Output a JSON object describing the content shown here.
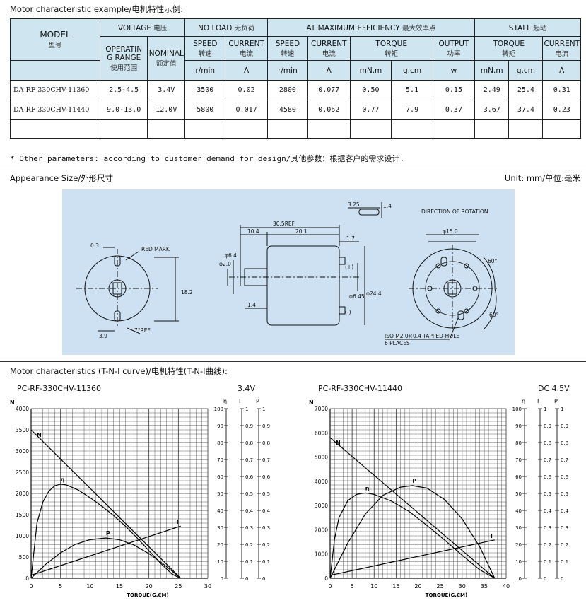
{
  "header": {
    "title": "Motor characteristic example/电机特性示例:"
  },
  "table": {
    "model_label": "MODEL",
    "model_sub": "型号",
    "voltage_label": "VOLTAGE",
    "voltage_sub": "电压",
    "noload_label": "NO LOAD",
    "noload_sub": "无负荷",
    "maxeff_label": "AT MAXIMUM EFFICIENCY",
    "maxeff_sub": "最大效率点",
    "stall_label": "STALL",
    "stall_sub": "起动",
    "op_range_1": "OPERATIN",
    "op_range_2": "G RANGE",
    "op_range_sub": "使用范围",
    "nominal_label": "NOMINAL",
    "nominal_sub": "额定值",
    "speed_label": "SPEED",
    "speed_sub": "转速",
    "current_label": "CURRENT",
    "current_sub": "电流",
    "current_sub2": "电流",
    "torque_label": "TORQUE",
    "torque_sub": "转矩",
    "output_label": "OUTPUT",
    "output_sub": "功率",
    "current_sub3": "电流",
    "units": [
      "r/min",
      "A",
      "r/min",
      "A",
      "mN.m",
      "g.cm",
      "w",
      "mN.m",
      "g.cm",
      "A"
    ],
    "rows": [
      {
        "model": "DA-RF-330CHV-11360",
        "range": "2.5-4.5",
        "nominal": "3.4V",
        "nl_speed": "3500",
        "nl_current": "0.02",
        "me_speed": "2800",
        "me_current": "0.077",
        "me_torque_mnm": "0.50",
        "me_torque_gcm": "5.1",
        "me_output": "0.15",
        "st_torque_mnm": "2.49",
        "st_torque_gcm": "25.4",
        "st_current": "0.31"
      },
      {
        "model": "DA-RF-330CHV-11440",
        "range": "9.0-13.0",
        "nominal": "12.0V",
        "nl_speed": "5800",
        "nl_current": "0.017",
        "me_speed": "4580",
        "me_current": "0.062",
        "me_torque_mnm": "0.77",
        "me_torque_gcm": "7.9",
        "me_output": "0.37",
        "st_torque_mnm": "3.67",
        "st_torque_gcm": "37.4",
        "st_current": "0.23"
      }
    ]
  },
  "note": "* Other parameters: according to customer demand for design/其他参数：根据客户的需求设计.",
  "appearance": {
    "title": "Appearance Size/外形尺寸",
    "unit": "Unit: mm/单位:毫米",
    "labels": {
      "d03": "0.3",
      "red_mark": "RED MARK",
      "d182": "18.2",
      "d39": "3.9",
      "d7ref": "7°REF",
      "d305": "30.5REF",
      "d104": "10.4",
      "d201": "20.1",
      "d17": "1.7",
      "d20": "φ2.0",
      "d64": "φ6.4",
      "plus": "(+)",
      "minus": "(-)",
      "d645": "φ6.45",
      "d244": "φ24.4",
      "d14": "1.4",
      "d325": "3.25",
      "d14b": "1.4",
      "direction": "DIRECTION OF ROTATION",
      "d150": "φ15.0",
      "a60": "60°",
      "a60b": "60°",
      "iso": "ISO M2.0×0.4 TAPPED-HOLE",
      "places": "6 PLACES"
    }
  },
  "characteristics": {
    "title": "Motor characteristics (T-N-I curve)/电机特性(T-N-I曲线):"
  },
  "chart_data": [
    {
      "type": "line",
      "title": "PC-RF-330CHV-11360",
      "subtitle": "3.4V",
      "xlabel": "TORQUE(G.CM)",
      "ylabel": "N",
      "xlim": [
        0,
        30
      ],
      "ylim": [
        0,
        4000
      ],
      "x_ticks": [
        0,
        5,
        10,
        15,
        20,
        25,
        30
      ],
      "y_ticks": [
        0,
        500,
        1000,
        1500,
        2000,
        2500,
        3000,
        3500,
        4000
      ],
      "eta_ticks": [
        0,
        10,
        20,
        30,
        40,
        50,
        60,
        70,
        80,
        90,
        100
      ],
      "i_ticks": [
        "0",
        "0.1",
        "0.2",
        "0.3",
        "0.4",
        "0.5",
        "0.6",
        "0.7",
        "0.8",
        "0.9",
        "1"
      ],
      "axis_labels": {
        "eta": "η",
        "i": "I",
        "p": "P"
      },
      "grid": true,
      "series": [
        {
          "name": "N",
          "x": [
            0,
            25.4
          ],
          "y": [
            3500,
            0
          ]
        },
        {
          "name": "η",
          "x": [
            0,
            1,
            2,
            3,
            4,
            5,
            6,
            8,
            10,
            12,
            14,
            16,
            18,
            20,
            22,
            24,
            25.4
          ],
          "y": [
            0,
            1300,
            1800,
            2050,
            2180,
            2220,
            2200,
            2080,
            1900,
            1700,
            1480,
            1230,
            950,
            650,
            350,
            90,
            0
          ]
        },
        {
          "name": "P",
          "x": [
            0,
            2.5,
            5,
            7.5,
            10,
            12.7,
            15,
            17.5,
            20,
            22.5,
            25.4
          ],
          "y": [
            0,
            330,
            600,
            800,
            910,
            950,
            910,
            780,
            580,
            330,
            0
          ]
        },
        {
          "name": "I",
          "x": [
            0,
            25.4
          ],
          "y": [
            70,
            1230
          ]
        }
      ]
    },
    {
      "type": "line",
      "title": "PC-RF-330CHV-11440",
      "subtitle": "DC 4.5V",
      "xlabel": "TORQUE(G.CM)",
      "ylabel": "N",
      "xlim": [
        0,
        40
      ],
      "ylim": [
        0,
        7000
      ],
      "x_ticks": [
        0,
        5,
        10,
        15,
        20,
        25,
        30,
        35,
        40
      ],
      "y_ticks": [
        0,
        1000,
        2000,
        3000,
        4000,
        5000,
        6000,
        7000
      ],
      "eta_ticks": [
        0,
        10,
        20,
        30,
        40,
        50,
        60,
        70,
        80,
        90,
        100
      ],
      "i_ticks": [
        "0",
        "0.1",
        "0.2",
        "0.3",
        "0.4",
        "0.5",
        "0.6",
        "0.7",
        "0.8",
        "0.9",
        "1"
      ],
      "axis_labels": {
        "eta": "η",
        "i": "I",
        "p": "P"
      },
      "grid": true,
      "series": [
        {
          "name": "N",
          "x": [
            0,
            37.4
          ],
          "y": [
            5800,
            0
          ]
        },
        {
          "name": "η",
          "x": [
            0,
            1,
            2,
            4,
            6,
            8,
            10,
            14,
            18,
            22,
            26,
            30,
            34,
            37.4
          ],
          "y": [
            0,
            1600,
            2500,
            3200,
            3460,
            3520,
            3460,
            3180,
            2750,
            2180,
            1580,
            950,
            350,
            0
          ]
        },
        {
          "name": "P",
          "x": [
            0,
            4,
            8,
            12,
            16,
            18.7,
            22,
            26,
            30,
            34,
            37.4
          ],
          "y": [
            0,
            1450,
            2650,
            3420,
            3760,
            3820,
            3720,
            3250,
            2450,
            1300,
            0
          ]
        },
        {
          "name": "I",
          "x": [
            0,
            37.4
          ],
          "y": [
            120,
            1580
          ]
        }
      ]
    }
  ]
}
